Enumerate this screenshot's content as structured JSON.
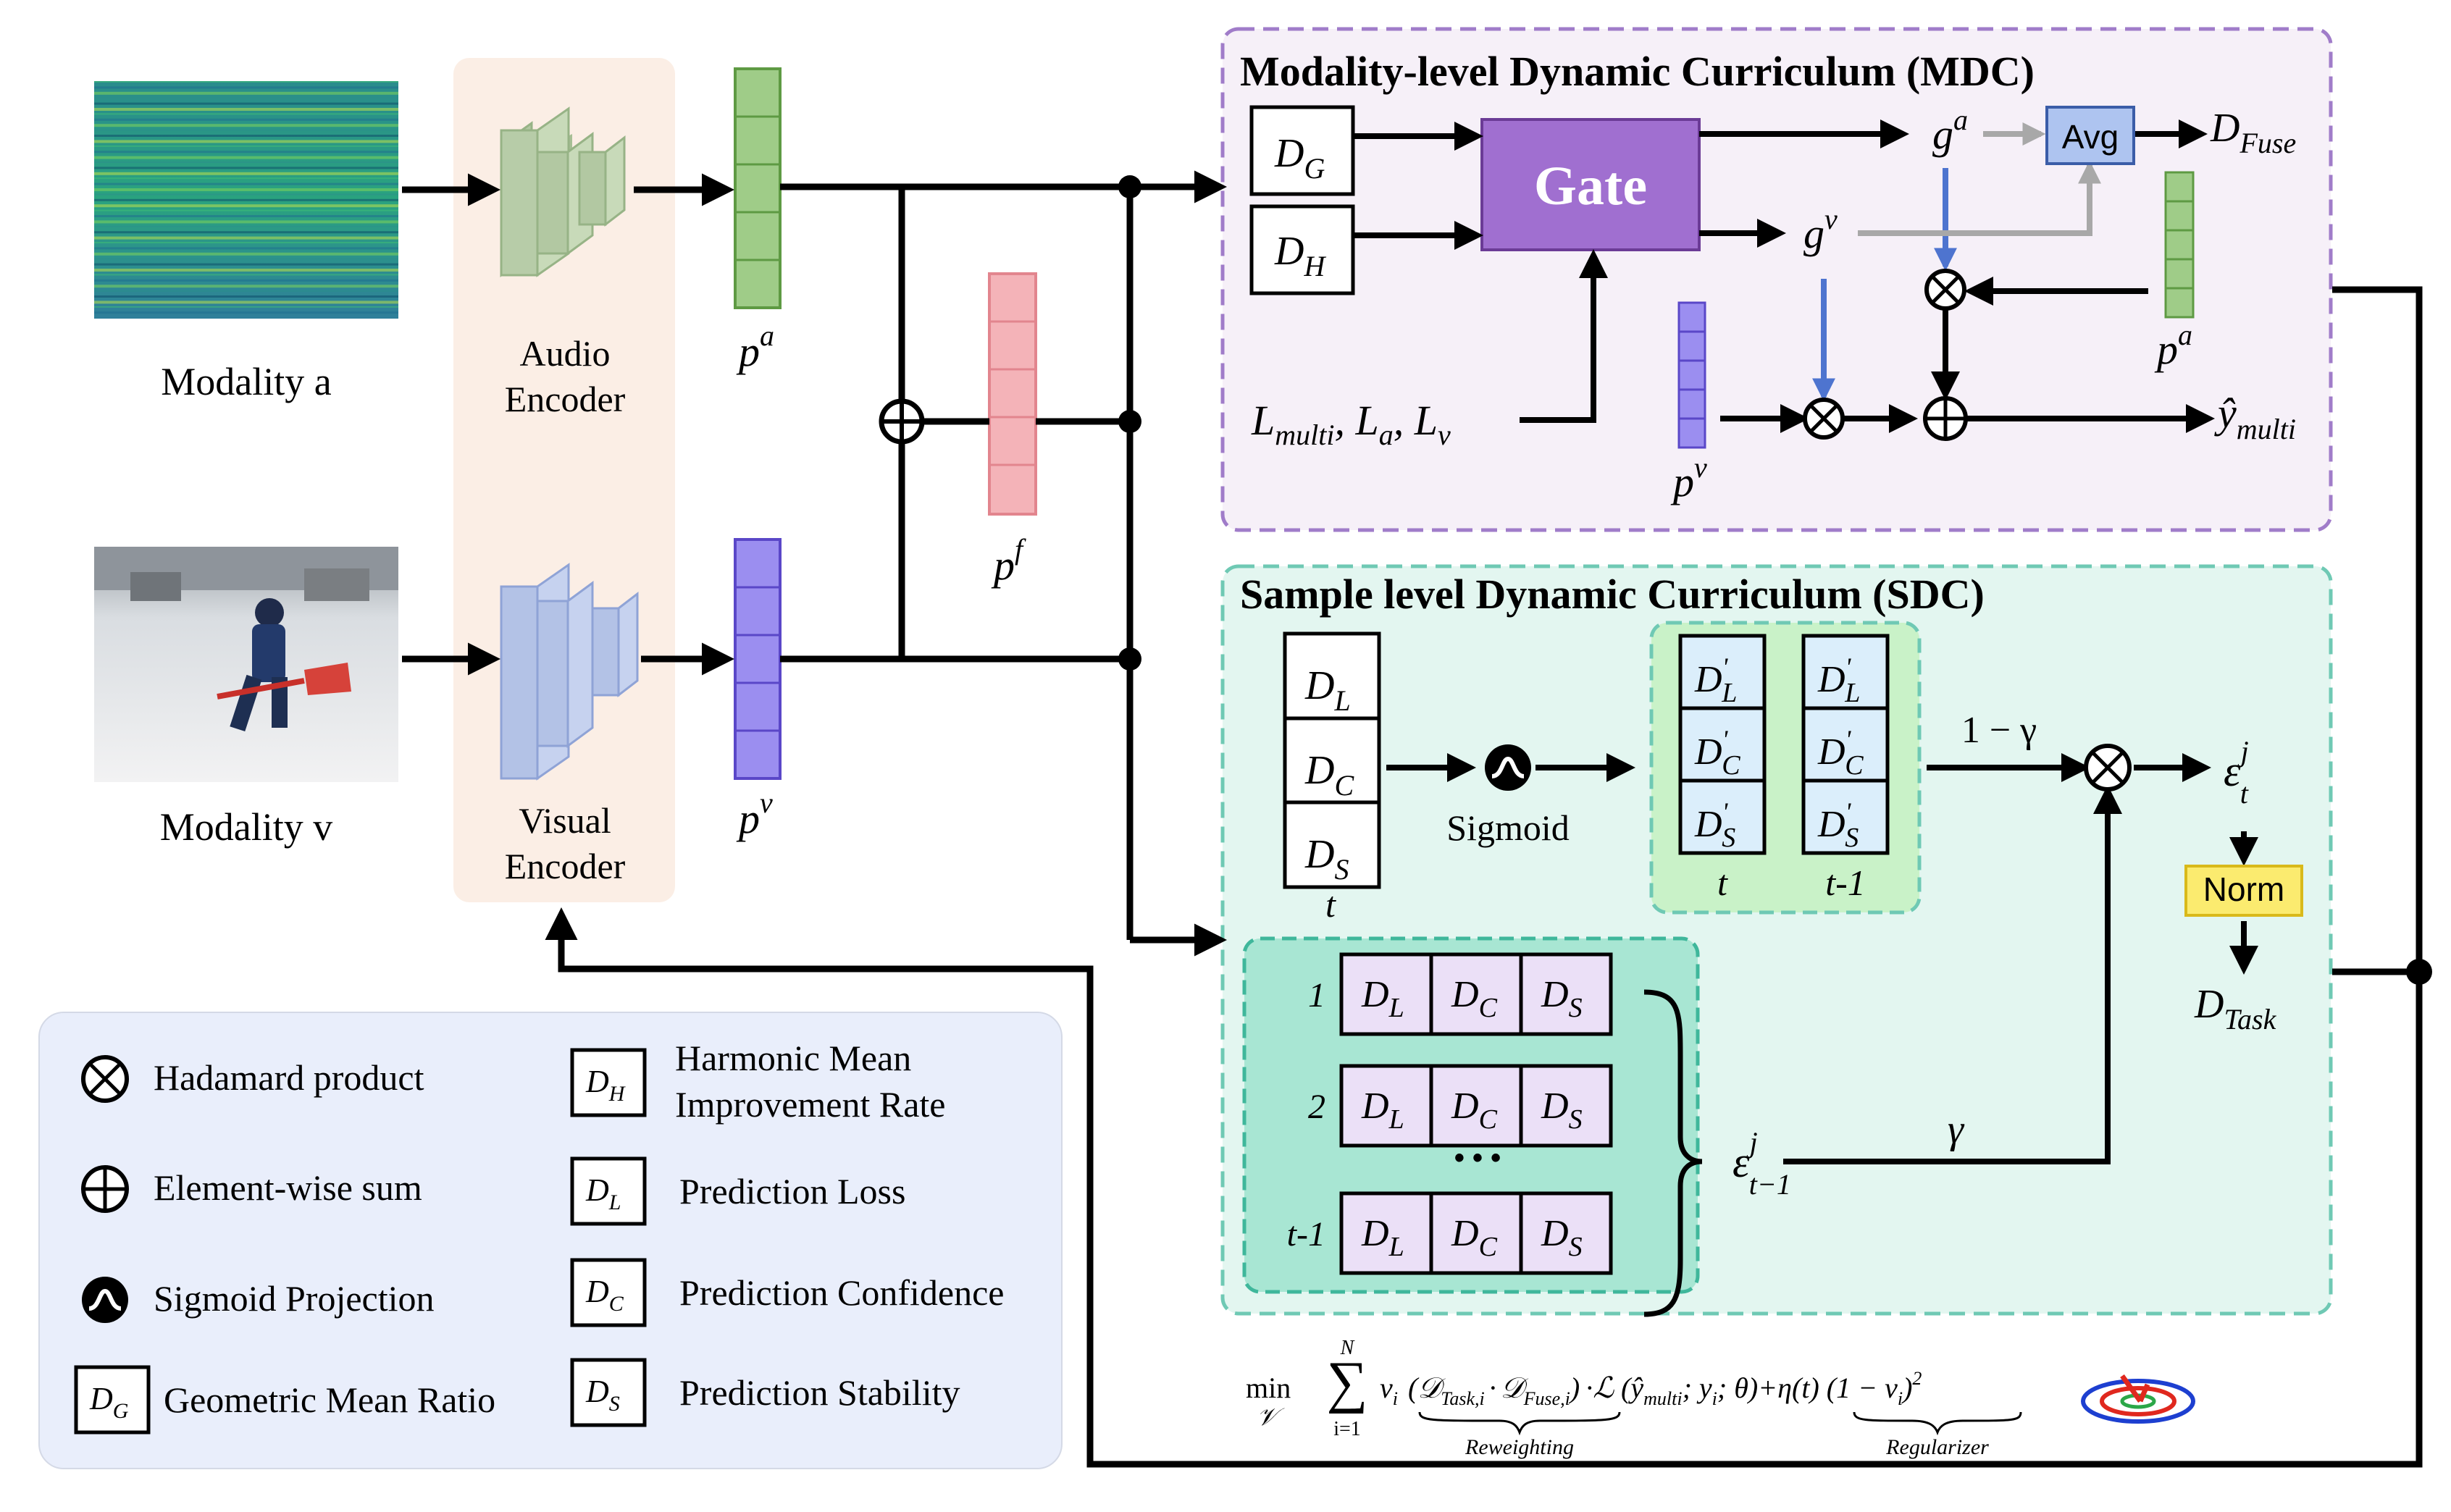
{
  "modalities": {
    "audio": {
      "label": "Modality a"
    },
    "visual": {
      "label": "Modality v"
    }
  },
  "encoders": {
    "audio": {
      "line1": "Audio",
      "line2": "Encoder"
    },
    "visual": {
      "line1": "Visual",
      "line2": "Encoder"
    }
  },
  "features": {
    "pa": "p",
    "pa_sup": "a",
    "pv": "p",
    "pv_sup": "v",
    "pf": "p",
    "pf_sup": "f"
  },
  "mdc": {
    "title": "Modality-level Dynamic Curriculum (MDC)",
    "dg": "D",
    "dg_sub": "G",
    "dh": "D",
    "dh_sub": "H",
    "gate": "Gate",
    "ga": "g",
    "ga_sup": "a",
    "gv": "g",
    "gv_sup": "v",
    "avg": "Avg",
    "dfuse": "D",
    "dfuse_sub": "Fuse",
    "losses": {
      "l1": "L",
      "l1_sub": "multi",
      "l2": "L",
      "l2_sub": "a",
      "l3": "L",
      "l3_sub": "v"
    },
    "pa": "p",
    "pa_sup": "a",
    "pv": "p",
    "pv_sup": "v",
    "yhat": "ŷ",
    "yhat_sub": "multi"
  },
  "sdc": {
    "title": "Sample level Dynamic Curriculum (SDC)",
    "d": "D",
    "subs": {
      "l": "L",
      "c": "C",
      "s": "S"
    },
    "prime": "'",
    "t_label": "t",
    "tm1_label": "t-1",
    "sigmoid": "Sigmoid",
    "one_minus_gamma": "1 − γ",
    "gamma": "γ",
    "eps": "ε",
    "eps_sup": "j",
    "eps_sub_t": "t",
    "eps_sub_tm1": "t−1",
    "norm": "Norm",
    "dtask": "D",
    "dtask_sub": "Task",
    "history_rows": [
      "1",
      "2",
      "t-1"
    ],
    "ellipsis": "• • •"
  },
  "legend": {
    "hadamard": "Hadamard product",
    "sum": "Element-wise sum",
    "sigmoid": "Sigmoid Projection",
    "dg": "Geometric Mean Ratio",
    "dh_line1": "Harmonic Mean",
    "dh_line2": "Improvement Rate",
    "dl": "Prediction Loss",
    "dc": "Prediction Confidence",
    "ds": "Prediction Stability"
  },
  "formula": {
    "min": "min",
    "var": "𝒱",
    "sum_top": "N",
    "sum_bot": "i=1",
    "body1": "v",
    "body1_sub": "i",
    "paren1": "(𝒟",
    "task_sub": "Task,i",
    "dot": "·",
    "d2": "𝒟",
    "fuse_sub": "Fuse,i",
    "close": ")",
    "loss": "·ℒ (ŷ",
    "loss_sub": "multi",
    "loss_args": "; y",
    "loss_args_sub": "i",
    "loss_end": "; θ)+η(t) (1 − v",
    "reg_end": ")",
    "sq": "2",
    "reweighting": "Reweighting",
    "regularizer": "Regularizer"
  },
  "colors": {
    "mdc_bg": "#f6f0f8",
    "mdc_border": "#a07cc9",
    "sdc_bg": "#e3f6f0",
    "sdc_border": "#6fc9b4",
    "encoder_bg": "#fbeee5",
    "legend_bg": "#e9eefb",
    "gate": "#a06fd0",
    "avg": "#aec4f0",
    "norm": "#fbeb6f",
    "audio_feat": "#9fcc88",
    "visual_feat": "#9b8ef0",
    "fused_feat": "#f4b3b8",
    "blue_arrow": "#4e74cf",
    "gray_arrow": "#a8a8a8"
  }
}
